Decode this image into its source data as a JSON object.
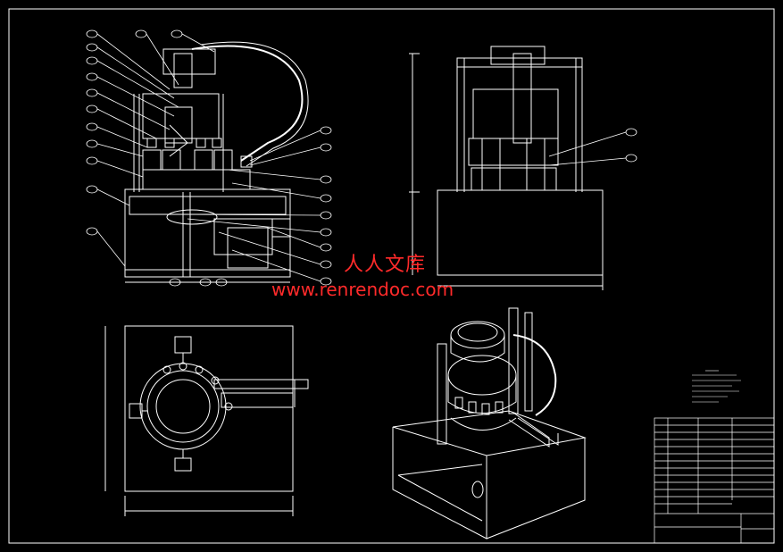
{
  "watermark": {
    "cn": "人人文库",
    "url": "www.renrendoc.com",
    "color": "#ff2a2a"
  },
  "colors": {
    "background": "#000000",
    "line": "#ffffff",
    "balloon": "#ffffff"
  },
  "views": [
    "front-view",
    "side-view",
    "top-view",
    "isometric-view",
    "title-block"
  ]
}
